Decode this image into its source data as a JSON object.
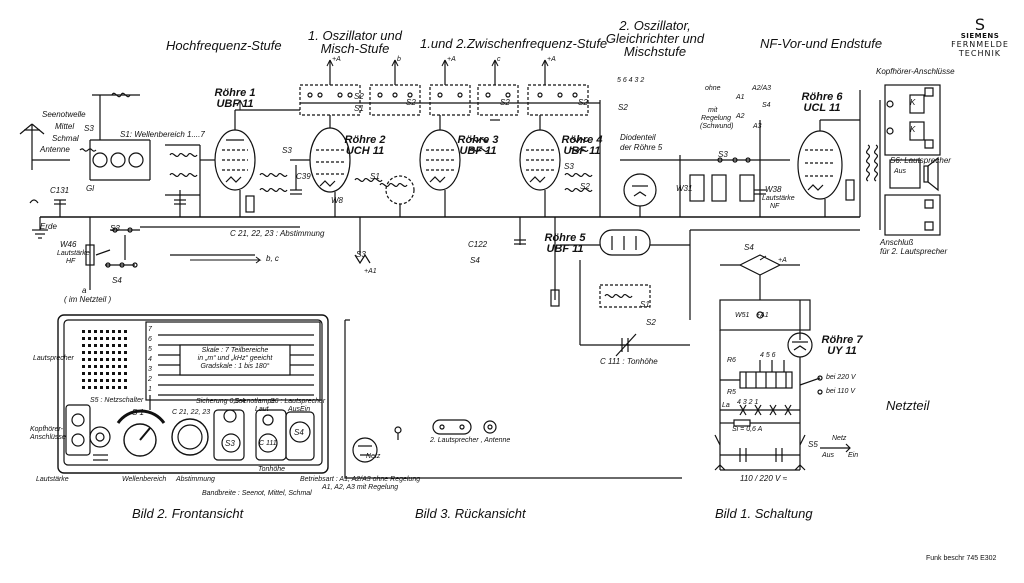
{
  "brand": {
    "mark": "S",
    "name": "SIEMENS",
    "line1": "FERNMELDE",
    "line2": "TECHNIK"
  },
  "sections": {
    "hf": "Hochfrequenz-Stufe",
    "osc1_a": "1. Oszillator und",
    "osc1_b": "Misch-Stufe",
    "zf": "1.und 2.Zwischenfrequenz-Stufe",
    "osc2_a": "2. Oszillator,",
    "osc2_b": "Gleichrichter und",
    "osc2_c": "Mischstufe",
    "nf": "NF-Vor-und Endstufe",
    "netz": "Netzteil"
  },
  "tubes": [
    {
      "name": "Röhre 1",
      "type": "UBF 11"
    },
    {
      "name": "Röhre 2",
      "type": "UCH 11"
    },
    {
      "name": "Röhre 3",
      "type": "UBF 11"
    },
    {
      "name": "Röhre 4",
      "type": "UBF 11"
    },
    {
      "name": "Röhre 5",
      "type": "UBF 11"
    },
    {
      "name": "Röhre 6",
      "type": "UCL 11"
    },
    {
      "name": "Röhre 7",
      "type": "UY 11"
    }
  ],
  "schematic": {
    "antenne": "Antenne",
    "seenotwelle": "Seenotwelle",
    "mittel": "Mittel",
    "schmal": "Schmal",
    "s3": "S3",
    "s1_wb": "S1: Wellenbereich 1....7",
    "c131": "C131",
    "gl": "Gl",
    "erde": "Erde",
    "w46": "W46",
    "lautstaerke_hf_a": "Lautstärke",
    "lautstaerke_hf_b": "HF",
    "s4": "S4",
    "a_netzteil_a": "a",
    "a_netzteil_b": "( im Netzteil )",
    "c_abstimmung": "C 21, 22, 23 : Abstimmung",
    "bc": "b, c",
    "plus_a": "+A",
    "plus_a1": "+A1",
    "c39": "C39",
    "w8": "W8",
    "s1": "S1",
    "s2": "S2",
    "c122": "C122",
    "diodenteil_a": "Diodenteil",
    "diodenteil_b": "der Röhre 5",
    "w31": "W31",
    "w38": "W38",
    "lautstaerke_nf_a": "Lautstärke",
    "lautstaerke_nf_b": "NF",
    "kopfhoerer_anschluss": "Kopfhörer-Anschlüsse",
    "s6_lautsprecher": "S6: Lautsprecher",
    "aus": "Aus",
    "anschluss_a": "Anschluß",
    "anschluss_b": "für 2. Lautsprecher",
    "k": "K",
    "ohne": "ohne",
    "mit": "mit",
    "regelung": "Regelung",
    "schwund": "(Schwund)",
    "a1": "A1",
    "a2": "A2",
    "a3": "A3",
    "a2a3": "A2/A3",
    "c111": "C 111 : Tonhöhe",
    "w51": "W51",
    "r6": "R6",
    "r5": "R5",
    "taps": "4   5   6",
    "la": "La",
    "la_taps": "4   3   2   1",
    "si": "Si = 0,6 A",
    "bei220": "bei 220 V",
    "bei110": "bei 110 V",
    "s5": "S5",
    "netz_lbl": "Netz",
    "aus2": "Aus",
    "ein": "Ein",
    "volt": "110 / 220 V ≈",
    "sw_nums": "5  6  4  3  2",
    "b_lbl": "b",
    "c_lbl": "c"
  },
  "front": {
    "lautsprecher": "Lautsprecher",
    "scale_lines": [
      "Skale : 7 Teilbereiche",
      "in „m“ und „kHz“ geeicht",
      "Gradskale : 1 bis 180°"
    ],
    "scale_nums": [
      "7",
      "6",
      "5",
      "4",
      "3",
      "2",
      "1"
    ],
    "s5_netzschalter": "S5 : Netzschalter",
    "sicherung": "Sicherung  0,6 A",
    "seenotlampe": "Seenotlampe",
    "s6_lautsprecher": "S6 : Lautsprecher",
    "kopfhoerer_a": "Kopfhörer-",
    "kopfhoerer_b": "Anschlüsse",
    "s1": "S 1",
    "c21": "C 21, 22, 23",
    "laut": "Laut",
    "aus": "Aus",
    "ein": "Ein",
    "s3": "S3",
    "c111": "C 111",
    "s4": "S4",
    "lautstaerke": "Lautstärke",
    "wellenbereich": "Wellenbereich",
    "abstimmung": "Abstimmung",
    "tonhoehe": "Tonhöhe",
    "betriebsart": "Betriebsart : A1, A2/A3 ohne Regelung",
    "betriebsart2": "A1, A2, A3 mit Regelung",
    "bandbreite": "Bandbreite : Seenot, Mittel, Schmal"
  },
  "back": {
    "netz": "Netz",
    "lautsprecher_antenne": "2. Lautsprecher ,   Antenne"
  },
  "captions": {
    "bild2": "Bild 2.  Frontansicht",
    "bild3": "Bild 3.  Rückansicht",
    "bild1": "Bild 1.  Schaltung"
  },
  "footer": "Funk beschr 745 E302"
}
